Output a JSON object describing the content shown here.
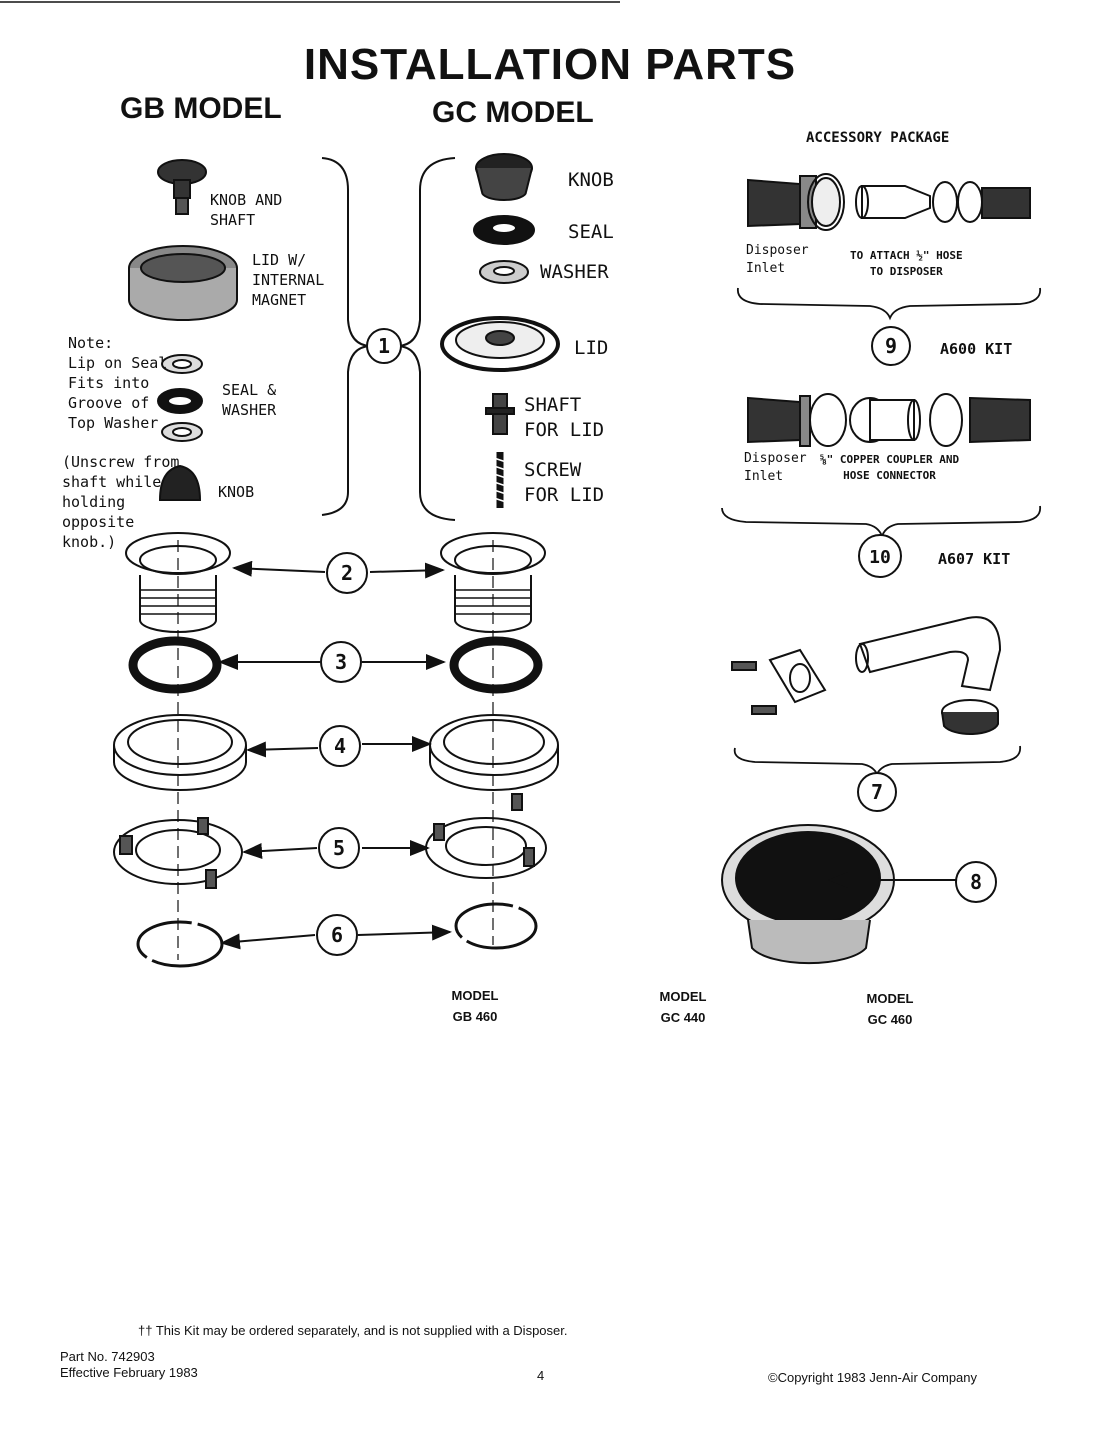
{
  "header": {
    "title": "INSTALLATION PARTS",
    "gb_model": "GB MODEL",
    "gc_model": "GC MODEL"
  },
  "gb_labels": {
    "knob_shaft": "KNOB AND\nSHAFT",
    "lid_magnet": "LID W/\nINTERNAL\nMAGNET",
    "note": "Note:\nLip on Seal\nFits into\nGroove of\nTop Washer",
    "seal_washer": "SEAL &\nWASHER",
    "unscrew": "(Unscrew from\nshaft while\nholding\nopposite\nknob.)",
    "knob": "KNOB"
  },
  "gc_labels": {
    "knob": "KNOB",
    "seal": "SEAL",
    "washer": "WASHER",
    "lid": "LID",
    "shaft": "SHAFT\nFOR LID",
    "screw": "SCREW\nFOR LID"
  },
  "accessory": {
    "heading": "ACCESSORY PACKAGE",
    "kit9": {
      "inlet": "Disposer\nInlet",
      "desc": "TO ATTACH ½\" HOSE\nTO DISPOSER",
      "number": "9",
      "name": "A600 KIT"
    },
    "kit10": {
      "inlet": "Disposer\nInlet",
      "desc": "⅝\" COPPER COUPLER AND\nHOSE CONNECTOR",
      "number": "10",
      "name": "A607 KIT"
    }
  },
  "callouts": [
    "1",
    "2",
    "3",
    "4",
    "5",
    "6",
    "7",
    "8"
  ],
  "models": {
    "gb460": "MODEL\nGB 460",
    "gc440": "MODEL\nGC 440",
    "gc460": "MODEL\nGC 460"
  },
  "footer": {
    "note": "†† This Kit may be ordered separately, and is not supplied with a Disposer.",
    "part_no": "Part No. 742903",
    "effective": "Effective February 1983",
    "page": "4",
    "copyright": "©Copyright 1983 Jenn-Air Company"
  }
}
